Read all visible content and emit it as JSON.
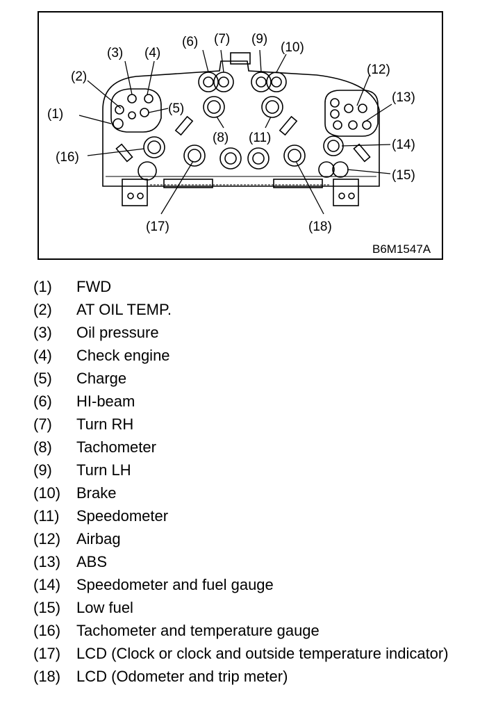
{
  "figure": {
    "code": "B6M1547A",
    "callouts": [
      "(1)",
      "(2)",
      "(3)",
      "(4)",
      "(5)",
      "(6)",
      "(7)",
      "(8)",
      "(9)",
      "(10)",
      "(11)",
      "(12)",
      "(13)",
      "(14)",
      "(15)",
      "(16)",
      "(17)",
      "(18)"
    ]
  },
  "legend": [
    {
      "num": "(1)",
      "text": "FWD"
    },
    {
      "num": "(2)",
      "text": "AT OIL TEMP."
    },
    {
      "num": "(3)",
      "text": "Oil pressure"
    },
    {
      "num": "(4)",
      "text": "Check engine"
    },
    {
      "num": "(5)",
      "text": "Charge"
    },
    {
      "num": "(6)",
      "text": "HI-beam"
    },
    {
      "num": "(7)",
      "text": "Turn RH"
    },
    {
      "num": "(8)",
      "text": "Tachometer"
    },
    {
      "num": "(9)",
      "text": "Turn LH"
    },
    {
      "num": "(10)",
      "text": "Brake"
    },
    {
      "num": "(11)",
      "text": "Speedometer"
    },
    {
      "num": "(12)",
      "text": "Airbag"
    },
    {
      "num": "(13)",
      "text": "ABS"
    },
    {
      "num": "(14)",
      "text": "Speedometer and fuel gauge"
    },
    {
      "num": "(15)",
      "text": "Low fuel"
    },
    {
      "num": "(16)",
      "text": "Tachometer and temperature gauge"
    },
    {
      "num": "(17)",
      "text": "LCD (Clock or clock and outside temperature indicator)"
    },
    {
      "num": "(18)",
      "text": "LCD (Odometer and trip meter)"
    }
  ]
}
